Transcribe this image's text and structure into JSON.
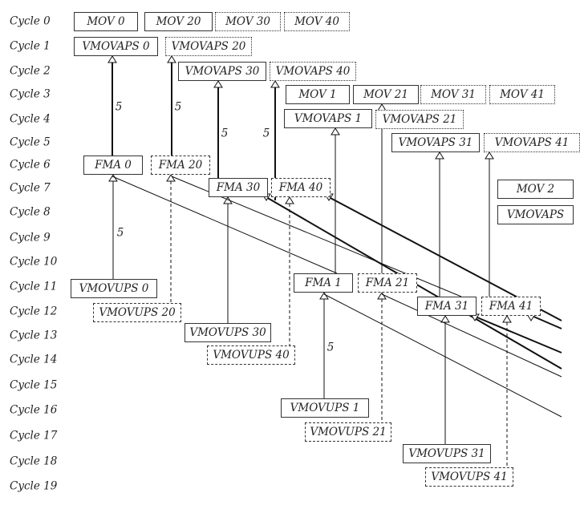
{
  "cycles": [
    "Cycle 0",
    "Cycle 1",
    "Cycle 2",
    "Cycle 3",
    "Cycle 4",
    "Cycle 5",
    "Cycle 6",
    "Cycle 7",
    "Cycle 8",
    "Cycle 9",
    "Cycle 10",
    "Cycle 11",
    "Cycle 12",
    "Cycle 13",
    "Cycle 14",
    "Cycle 15",
    "Cycle 16",
    "Cycle 17",
    "Cycle 18",
    "Cycle 19"
  ],
  "instructions": [
    {
      "id": "mov0",
      "label": "MOV 0",
      "border": "solid"
    },
    {
      "id": "mov20",
      "label": "MOV 20",
      "border": "solid"
    },
    {
      "id": "mov30",
      "label": "MOV 30",
      "border": "dotted"
    },
    {
      "id": "mov40",
      "label": "MOV 40",
      "border": "dotted"
    },
    {
      "id": "vmovaps0",
      "label": "VMOVAPS 0",
      "border": "solid"
    },
    {
      "id": "vmovaps20",
      "label": "VMOVAPS 20",
      "border": "dotted"
    },
    {
      "id": "vmovaps30",
      "label": "VMOVAPS 30",
      "border": "solid"
    },
    {
      "id": "vmovaps40",
      "label": "VMOVAPS 40",
      "border": "dotted"
    },
    {
      "id": "mov1",
      "label": "MOV 1",
      "border": "solid"
    },
    {
      "id": "mov21",
      "label": "MOV 21",
      "border": "solid"
    },
    {
      "id": "mov31",
      "label": "MOV 31",
      "border": "dotted"
    },
    {
      "id": "mov41",
      "label": "MOV 41",
      "border": "dotted"
    },
    {
      "id": "vmovaps1",
      "label": "VMOVAPS 1",
      "border": "solid"
    },
    {
      "id": "vmovaps21",
      "label": "VMOVAPS 21",
      "border": "dotted"
    },
    {
      "id": "vmovaps31",
      "label": "VMOVAPS 31",
      "border": "solid"
    },
    {
      "id": "vmovaps41",
      "label": "VMOVAPS 41",
      "border": "dotted"
    },
    {
      "id": "fma0",
      "label": "FMA 0",
      "border": "solid"
    },
    {
      "id": "fma20",
      "label": "FMA 20",
      "border": "dashed"
    },
    {
      "id": "mov2",
      "label": "MOV 2",
      "border": "solid"
    },
    {
      "id": "fma30",
      "label": "FMA 30",
      "border": "solid"
    },
    {
      "id": "fma40",
      "label": "FMA 40",
      "border": "dashed"
    },
    {
      "id": "vmovaps2",
      "label": "VMOVAPS",
      "border": "solid"
    },
    {
      "id": "vmovups0",
      "label": "VMOVUPS 0",
      "border": "solid"
    },
    {
      "id": "fma1",
      "label": "FMA 1",
      "border": "solid"
    },
    {
      "id": "fma21",
      "label": "FMA 21",
      "border": "dashed"
    },
    {
      "id": "vmovups20",
      "label": "VMOVUPS 20",
      "border": "dashed"
    },
    {
      "id": "fma31",
      "label": "FMA 31",
      "border": "solid"
    },
    {
      "id": "fma41",
      "label": "FMA 41",
      "border": "dashed"
    },
    {
      "id": "vmovups30",
      "label": "VMOVUPS 30",
      "border": "solid"
    },
    {
      "id": "vmovups40",
      "label": "VMOVUPS 40",
      "border": "dashed"
    },
    {
      "id": "vmovups1",
      "label": "VMOVUPS 1",
      "border": "solid"
    },
    {
      "id": "vmovups21",
      "label": "VMOVUPS 21",
      "border": "dashed"
    },
    {
      "id": "vmovups31",
      "label": "VMOVUPS 31",
      "border": "solid"
    },
    {
      "id": "vmovups41",
      "label": "VMOVUPS 41",
      "border": "dashed"
    }
  ],
  "latency_labels": [
    "5",
    "5",
    "5",
    "5",
    "5",
    "5"
  ]
}
